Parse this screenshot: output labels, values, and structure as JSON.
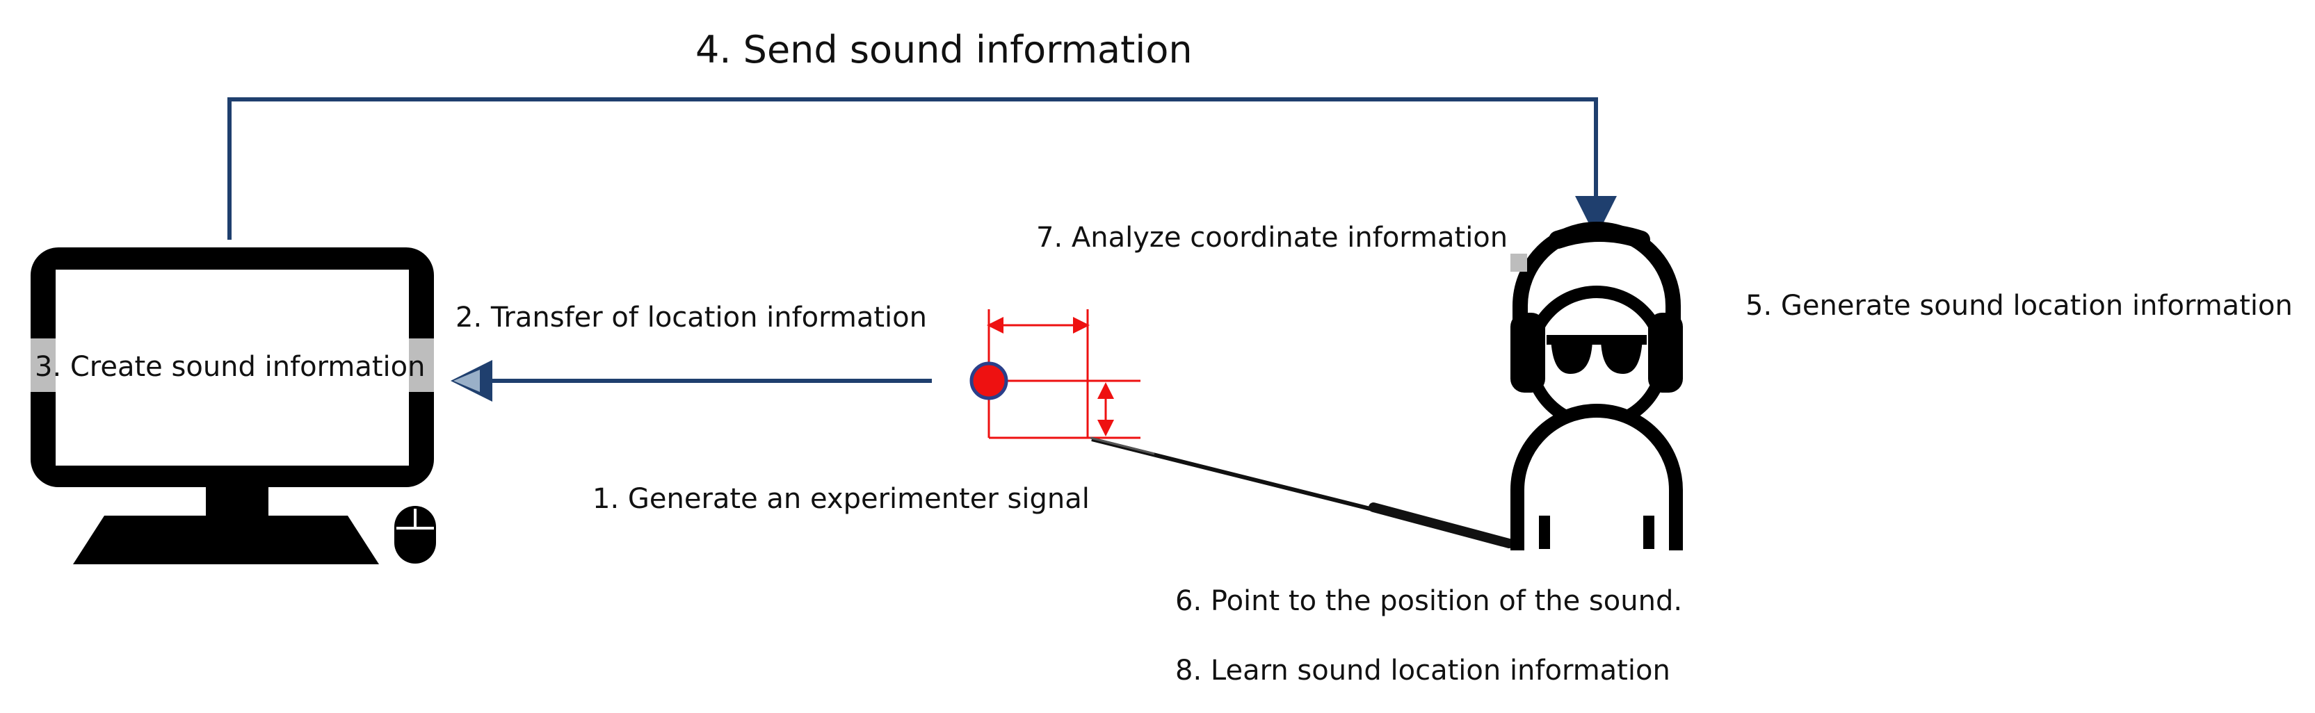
{
  "steps": {
    "step1": "1. Generate an experimenter signal",
    "step2": "2. Transfer of location information",
    "step3": "3. Create sound information",
    "step4": "4. Send sound information",
    "step5": "5. Generate sound location information",
    "step6": "6. Point to the position of the sound.",
    "step7": "7. Analyze coordinate information",
    "step8": "8. Learn sound location information"
  },
  "icons": {
    "computer": "desktop-computer-icon",
    "mouse": "mouse-icon",
    "person": "blindfolded-person-with-headphones-icon",
    "pointer": "pointer-stick-icon",
    "signal": "red-signal-dot-icon"
  },
  "colors": {
    "arrow": "#1f3f6e",
    "signal": "#ee1111",
    "measure": "#ee1111",
    "icon": "#000000"
  }
}
